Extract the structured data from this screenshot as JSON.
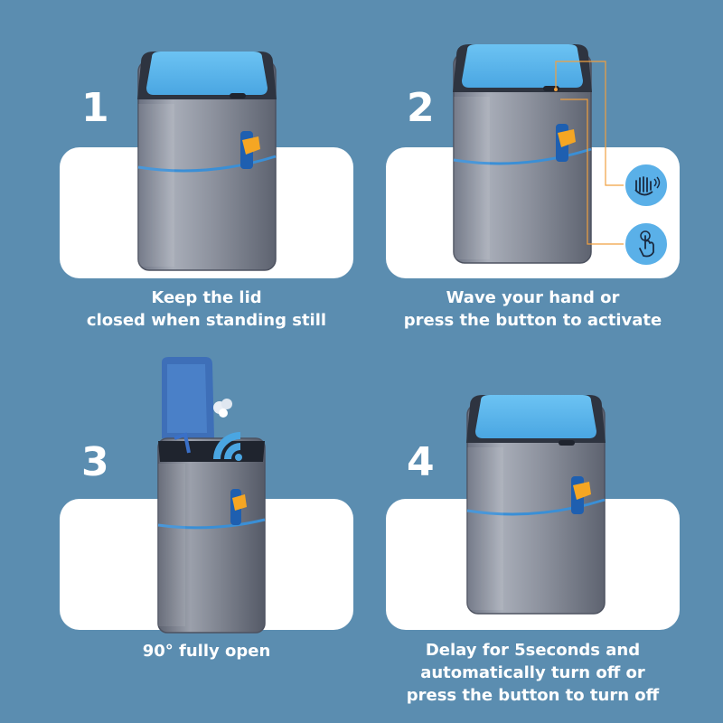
{
  "steps": [
    {
      "number": "1",
      "caption_lines": [
        "Keep the lid",
        "closed when standing still"
      ]
    },
    {
      "number": "2",
      "caption_lines": [
        "Wave your hand or",
        "press the button to activate"
      ]
    },
    {
      "number": "3",
      "caption_lines": [
        "90° fully open"
      ]
    },
    {
      "number": "4",
      "caption_lines": [
        "Delay for 5seconds and",
        "automatically turn off or",
        "press the button to turn off"
      ]
    }
  ],
  "colors": {
    "background": "#5b8db0",
    "card": "#ffffff",
    "lid": "#5ab4ec",
    "accent_line": "#3a8fd6",
    "handle": "#f5a623",
    "callout": "#f0a040"
  },
  "icons": [
    "wave-hand-icon",
    "press-button-icon",
    "wifi-signal-icon"
  ]
}
